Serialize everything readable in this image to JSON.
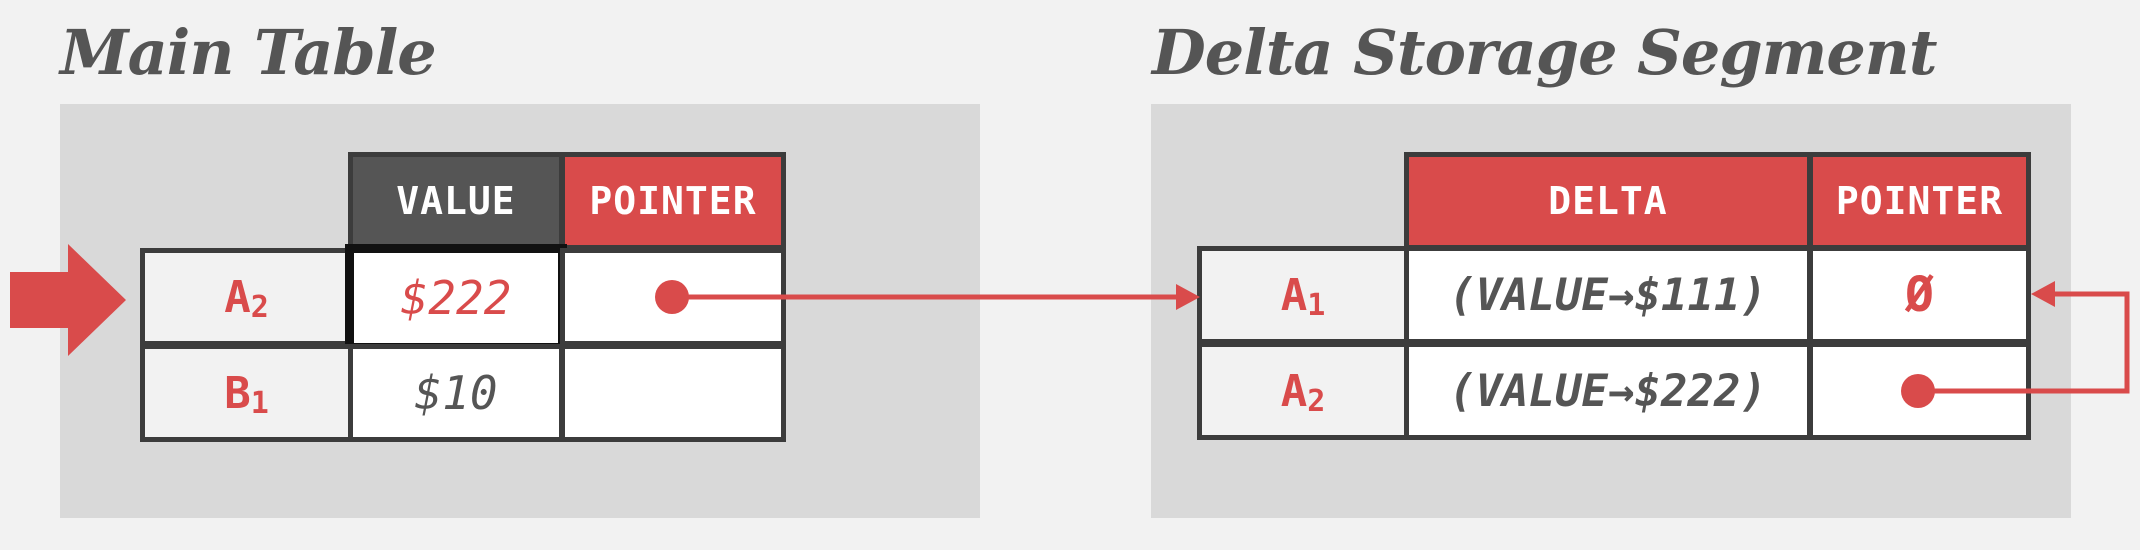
{
  "main_table": {
    "title": "Main Table",
    "headers": {
      "value": "VALUE",
      "pointer": "POINTER"
    },
    "rows": [
      {
        "key": "A",
        "sub": "2",
        "value": "$222"
      },
      {
        "key": "B",
        "sub": "1",
        "value": "$10"
      }
    ]
  },
  "delta_segment": {
    "title": "Delta Storage Segment",
    "headers": {
      "delta": "DELTA",
      "pointer": "POINTER"
    },
    "rows": [
      {
        "key": "A",
        "sub": "1",
        "delta": "(VALUE→$111)",
        "pointer": "Ø"
      },
      {
        "key": "A",
        "sub": "2",
        "delta": "(VALUE→$222)"
      }
    ]
  },
  "colors": {
    "accent": "#d94b4b",
    "dark": "#555555",
    "panel": "#d9d9d9",
    "background": "#f2f2f2"
  }
}
